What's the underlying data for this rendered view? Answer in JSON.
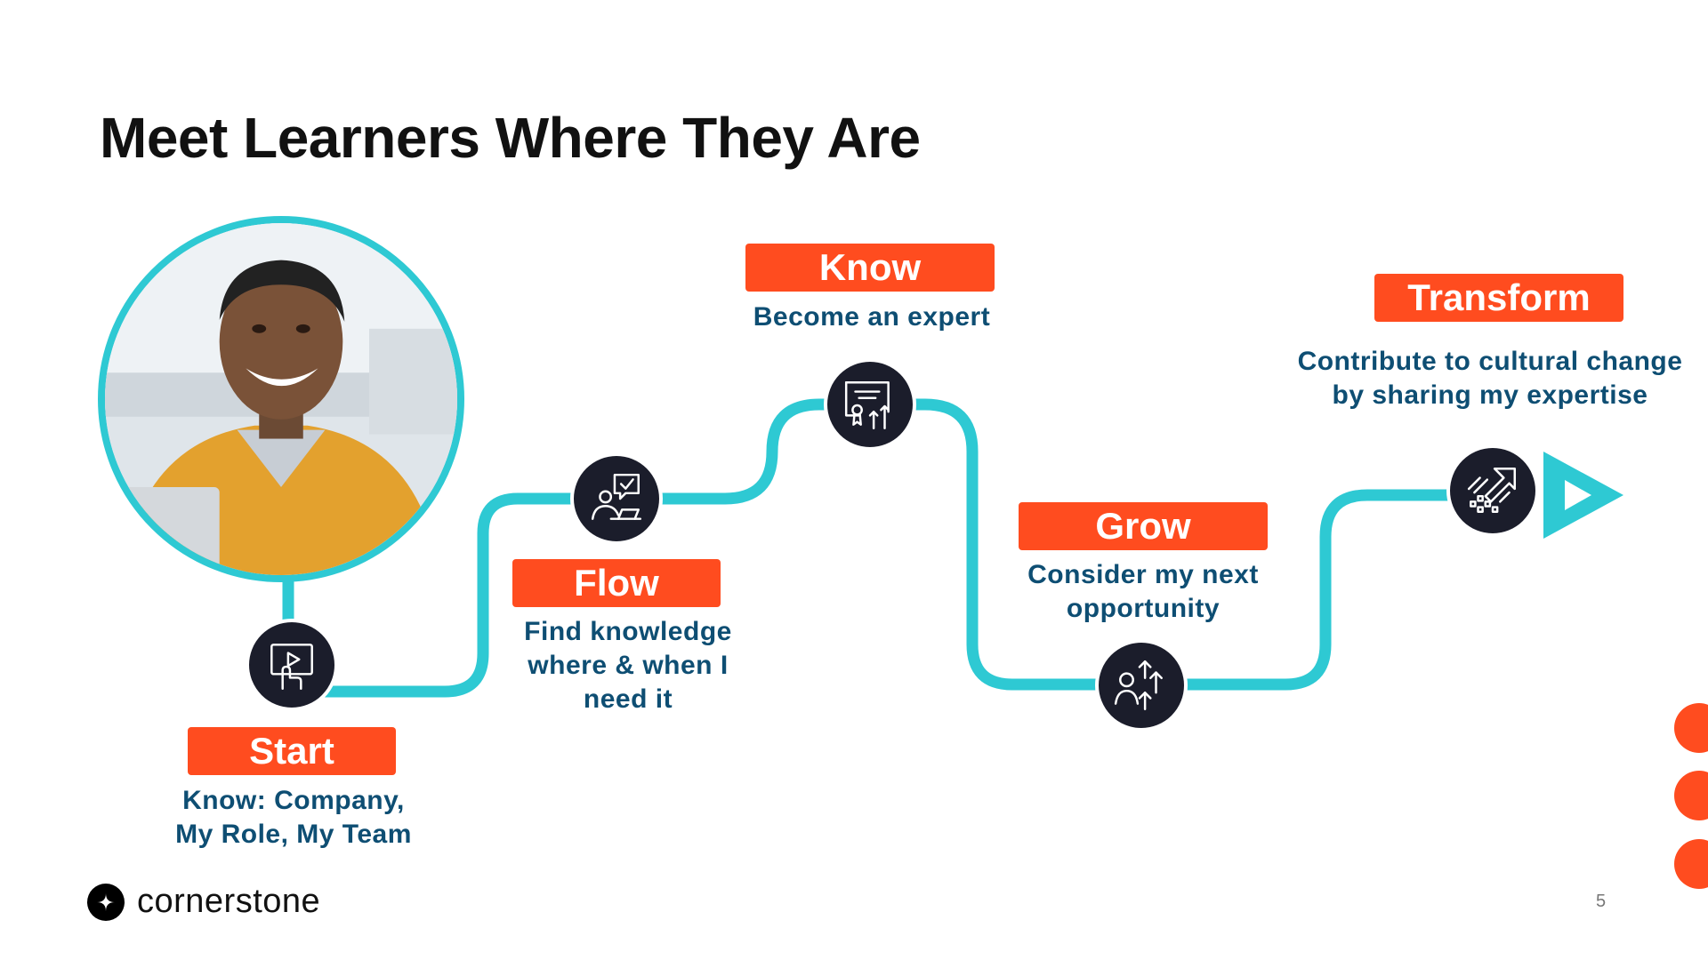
{
  "title": "Meet Learners Where They Are",
  "colors": {
    "accent": "#ff4c1f",
    "path": "#2ec9d3",
    "text_blue": "#0e4e73",
    "node_bg": "#1b1d2b"
  },
  "steps": [
    {
      "label": "Start",
      "desc_lines": [
        "Know: Company,",
        "My Role, My Team"
      ],
      "icon": "video-touch-icon"
    },
    {
      "label": "Flow",
      "desc_lines": [
        "Find knowledge",
        "where & when I",
        "need it"
      ],
      "icon": "person-chat-check-icon"
    },
    {
      "label": "Know",
      "desc_lines": [
        "Become an expert"
      ],
      "icon": "certificate-growth-icon"
    },
    {
      "label": "Grow",
      "desc_lines": [
        "Consider my next",
        "opportunity"
      ],
      "icon": "person-arrows-up-icon"
    },
    {
      "label": "Transform",
      "desc_lines": [
        "Contribute to cultural change",
        "by sharing my expertise"
      ],
      "icon": "network-growth-arrow-icon"
    }
  ],
  "footer": {
    "brand": "cornerstone",
    "page_number": "5"
  }
}
